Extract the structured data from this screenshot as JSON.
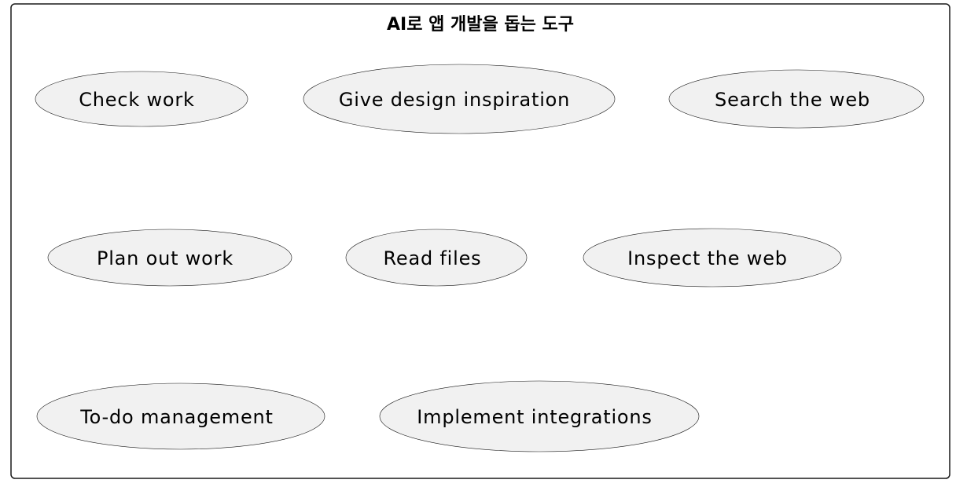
{
  "diagram": {
    "title": "AI로 앱 개발을 돕는 도구",
    "use_cases": [
      {
        "label": "Check work"
      },
      {
        "label": "Give design inspiration"
      },
      {
        "label": "Search the web"
      },
      {
        "label": "Plan out work"
      },
      {
        "label": "Read files"
      },
      {
        "label": "Inspect the web"
      },
      {
        "label": "To-do management"
      },
      {
        "label": "Implement integrations"
      }
    ],
    "colors": {
      "usecase_fill": "#f1f1f1",
      "stroke": "#181818",
      "background": "#ffffff"
    }
  }
}
